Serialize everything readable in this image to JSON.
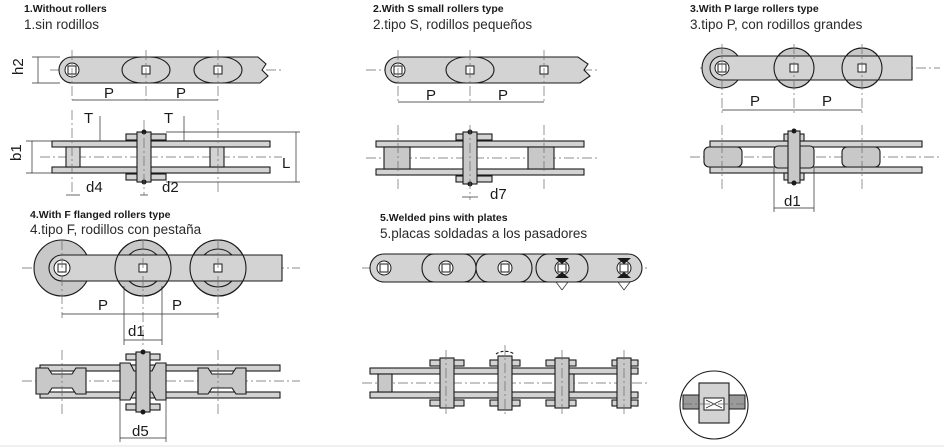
{
  "types": [
    {
      "title_en": "1.Without rollers",
      "title_es": "1.sin rodillos"
    },
    {
      "title_en": "2.With S small rollers type",
      "title_es": "2.tipo S, rodillos pequeños"
    },
    {
      "title_en": "3.With P large rollers type",
      "title_es": "3.tipo P, con rodillos grandes"
    },
    {
      "title_en": "4.With F flanged rollers type",
      "title_es": "4.tipo F, rodillos con pestaña"
    },
    {
      "title_en": "5.Welded pins with plates",
      "title_es": "5.placas soldadas a los pasadores"
    }
  ],
  "dimensions": {
    "h2": "h2",
    "b1": "b1",
    "p": "P",
    "t": "T",
    "l": "L",
    "d1": "d1",
    "d2": "d2",
    "d4": "d4",
    "d5": "d5",
    "d7": "d7"
  }
}
